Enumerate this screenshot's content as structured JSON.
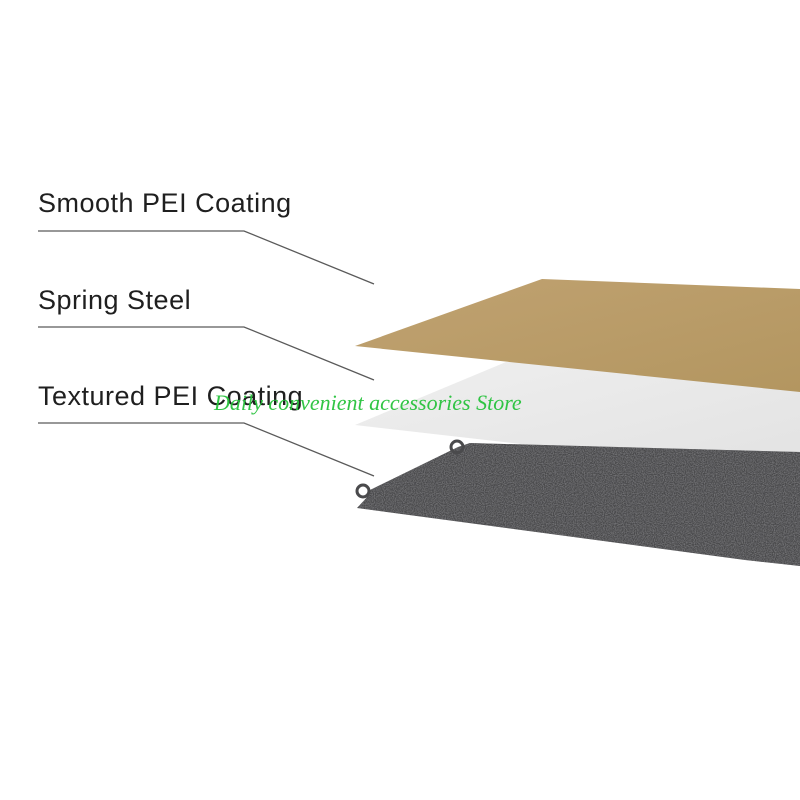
{
  "labels": {
    "smooth": "Smooth PEI Coating",
    "spring": "Spring Steel",
    "textured": "Textured PEI Coating"
  },
  "watermark": "Daily convenient accessories Store",
  "colors": {
    "smooth_sheet": "#b89b66",
    "spring_sheet": "#e9e9e9",
    "textured_sheet": "#4a4a4c",
    "leader_line": "#5a5a5a",
    "label_text": "#1f1f1f",
    "watermark": "#27c23c"
  }
}
